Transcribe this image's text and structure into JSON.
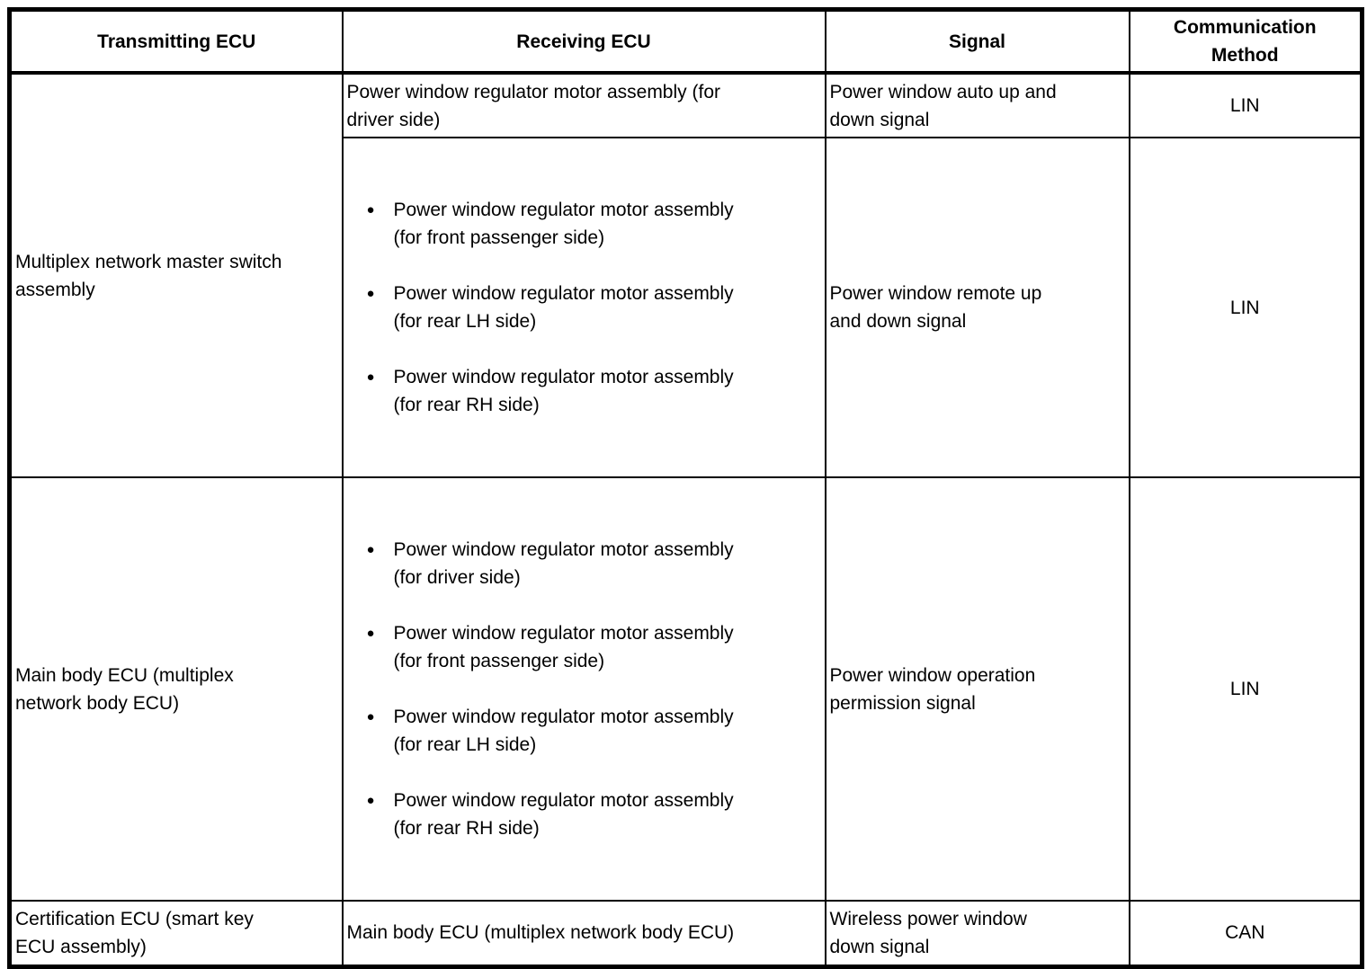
{
  "glyphs": {
    "bullet": "●"
  },
  "table": {
    "headers": {
      "transmitting": "Transmitting ECU",
      "receiving": "Receiving ECU",
      "signal": "Signal",
      "method": "Communication\nMethod"
    },
    "groups": [
      {
        "transmitting": "Multiplex network master switch\nassembly",
        "rows": [
          {
            "receiving": "Power window regulator motor assembly (for\ndriver side)",
            "signal": "Power window auto up and\ndown signal",
            "method": "LIN"
          },
          {
            "receiving_list": [
              "Power window regulator motor assembly\n(for front passenger side)",
              "Power window regulator motor assembly\n(for rear LH side)",
              "Power window regulator motor assembly\n(for rear RH side)"
            ],
            "signal": "Power window remote up\nand down signal",
            "method": "LIN"
          }
        ]
      },
      {
        "transmitting": "Main body ECU (multiplex\nnetwork body ECU)",
        "rows": [
          {
            "receiving_list": [
              "Power window regulator motor assembly\n(for driver side)",
              "Power window regulator motor assembly\n(for front passenger side)",
              "Power window regulator motor assembly\n(for rear LH side)",
              "Power window regulator motor assembly\n(for rear RH side)"
            ],
            "signal": "Power window operation\npermission signal",
            "method": "LIN"
          }
        ]
      },
      {
        "transmitting": "Certification ECU (smart key\nECU assembly)",
        "rows": [
          {
            "receiving": "Main body ECU (multiplex network body ECU)",
            "signal": "Wireless power window\ndown signal",
            "method": "CAN"
          }
        ]
      }
    ]
  }
}
